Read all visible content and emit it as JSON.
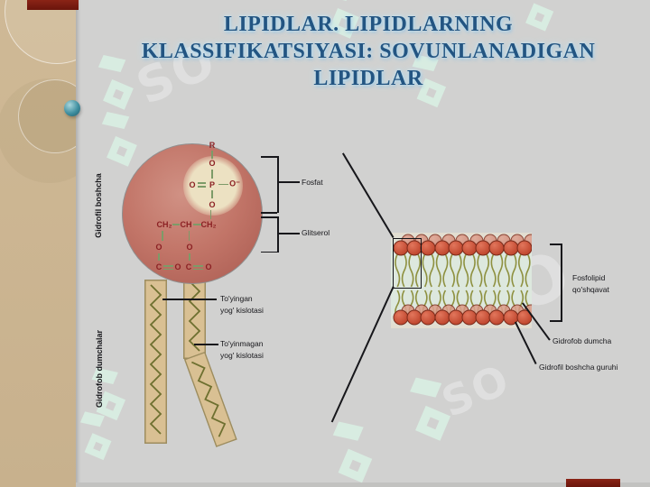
{
  "slide": {
    "title_lines": [
      "LIPIDLAR. LIPIDLARNING",
      "KLASSIFIKATSIYASI: SOVUNLANADIGAN",
      "LIPIDLAR"
    ],
    "colors": {
      "background": "#d1d1d0",
      "sidebar": "#cbb392",
      "accent_bar": "#7b1d12",
      "title": "#235582",
      "title_glow": "#b9e0f2"
    }
  },
  "phospholipid": {
    "head_label": "Gidrofil boshcha",
    "tails_label": "Gidrofob dumchalar",
    "bracket_labels": {
      "fosfat": "Fosfat",
      "glitserol": "Glitserol"
    },
    "tail_labels": {
      "saturated_line1": "To'yingan",
      "saturated_line2": "yog' kislotasi",
      "unsaturated_line1": "To'yinmagan",
      "unsaturated_line2": "yog' kislotasi"
    },
    "chem": {
      "r": "R",
      "o_top": "O",
      "o_left": "O",
      "p": "P",
      "o_right": "O⁻",
      "o_below_p": "O",
      "ch2_left": "CH₂",
      "ch_mid": "CH",
      "ch2_right": "CH₂",
      "o_ester_left": "O",
      "o_ester_mid": "O",
      "c_left": "C",
      "o_carbonyl_left": "O",
      "c_mid": "C",
      "o_carbonyl_mid": "O"
    },
    "colors": {
      "head_fill": "#c27568",
      "inner_highlight": "#ece1c2",
      "tail_fill": "#d9c093",
      "tail_border": "#9d8d5f",
      "zigzag": "#6e7030",
      "atom": "#8b2023",
      "bond": "#7d9b68"
    }
  },
  "bilayer": {
    "labels": {
      "bilayer_line1": "Fosfolipid",
      "bilayer_line2": "qo'shqavat",
      "tail": "Gidrofob dumcha",
      "head_group": "Gidrofil boshcha guruhi"
    },
    "heads_per_row": 10,
    "colors": {
      "head_front": "#c24a31",
      "head_back": "#d28a78",
      "head_outline": "#7a2a1a",
      "tail": "#8e9140",
      "background": "#dde8de"
    }
  },
  "watermark": {
    "text": "SO",
    "logo_color": "#d9f0e3"
  }
}
